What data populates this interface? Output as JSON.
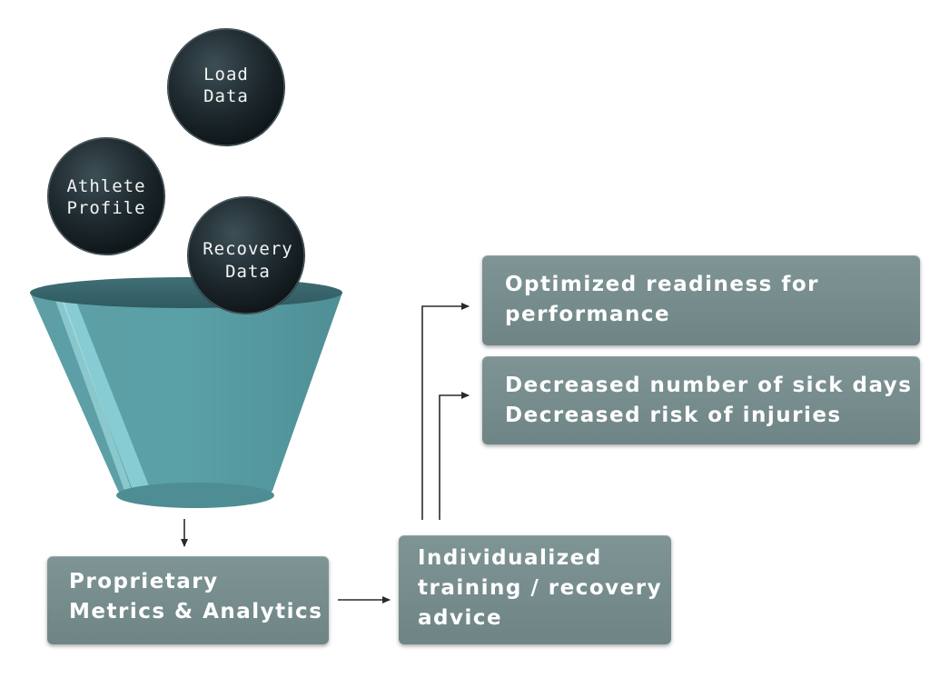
{
  "inputs": [
    {
      "id": "load",
      "lines": [
        "Load",
        "Data"
      ]
    },
    {
      "id": "athlete",
      "lines": [
        "Athlete",
        "Profile"
      ]
    },
    {
      "id": "recovery",
      "lines": [
        "Recovery",
        "Data"
      ]
    }
  ],
  "boxes": {
    "metrics": {
      "lines": [
        "Proprietary",
        "Metrics & Analytics"
      ]
    },
    "advice": {
      "lines": [
        "Individualized",
        "training / recovery",
        "advice"
      ]
    },
    "readiness": {
      "lines": [
        "Optimized readiness for",
        "performance"
      ]
    },
    "outcomes": {
      "lines": [
        "Decreased number of sick days",
        "Decreased risk of injuries"
      ]
    }
  },
  "colors": {
    "ball": "#1f2b30",
    "funnel": "#5fa2a8",
    "funnel_highlight": "#8fd3da",
    "box": "#748a8a",
    "arrow": "#2a2a2a"
  }
}
